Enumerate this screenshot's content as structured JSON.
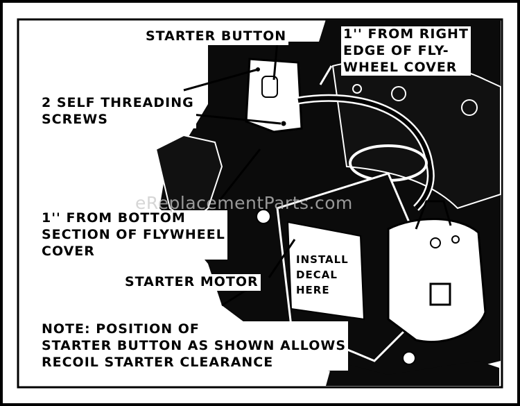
{
  "labels": {
    "starter_button": "STARTER BUTTON",
    "from_right_edge": [
      "1'' FROM RIGHT",
      "EDGE OF FLY-",
      "WHEEL COVER"
    ],
    "screws": [
      "2 SELF THREADING",
      "SCREWS"
    ],
    "from_bottom": [
      "1'' FROM BOTTOM",
      "SECTION OF FLYWHEEL",
      "COVER"
    ],
    "starter_motor": "STARTER MOTOR",
    "install_decal": [
      "INSTALL",
      "DECAL",
      "HERE"
    ],
    "note": [
      "NOTE: POSITION OF",
      "STARTER BUTTON AS SHOWN ALLOWS",
      "RECOIL STARTER CLEARANCE"
    ]
  },
  "watermark": "eReplacementParts.com",
  "colors": {
    "ink": "#000000",
    "paper": "#ffffff",
    "watermark": "#c8c8c8"
  }
}
